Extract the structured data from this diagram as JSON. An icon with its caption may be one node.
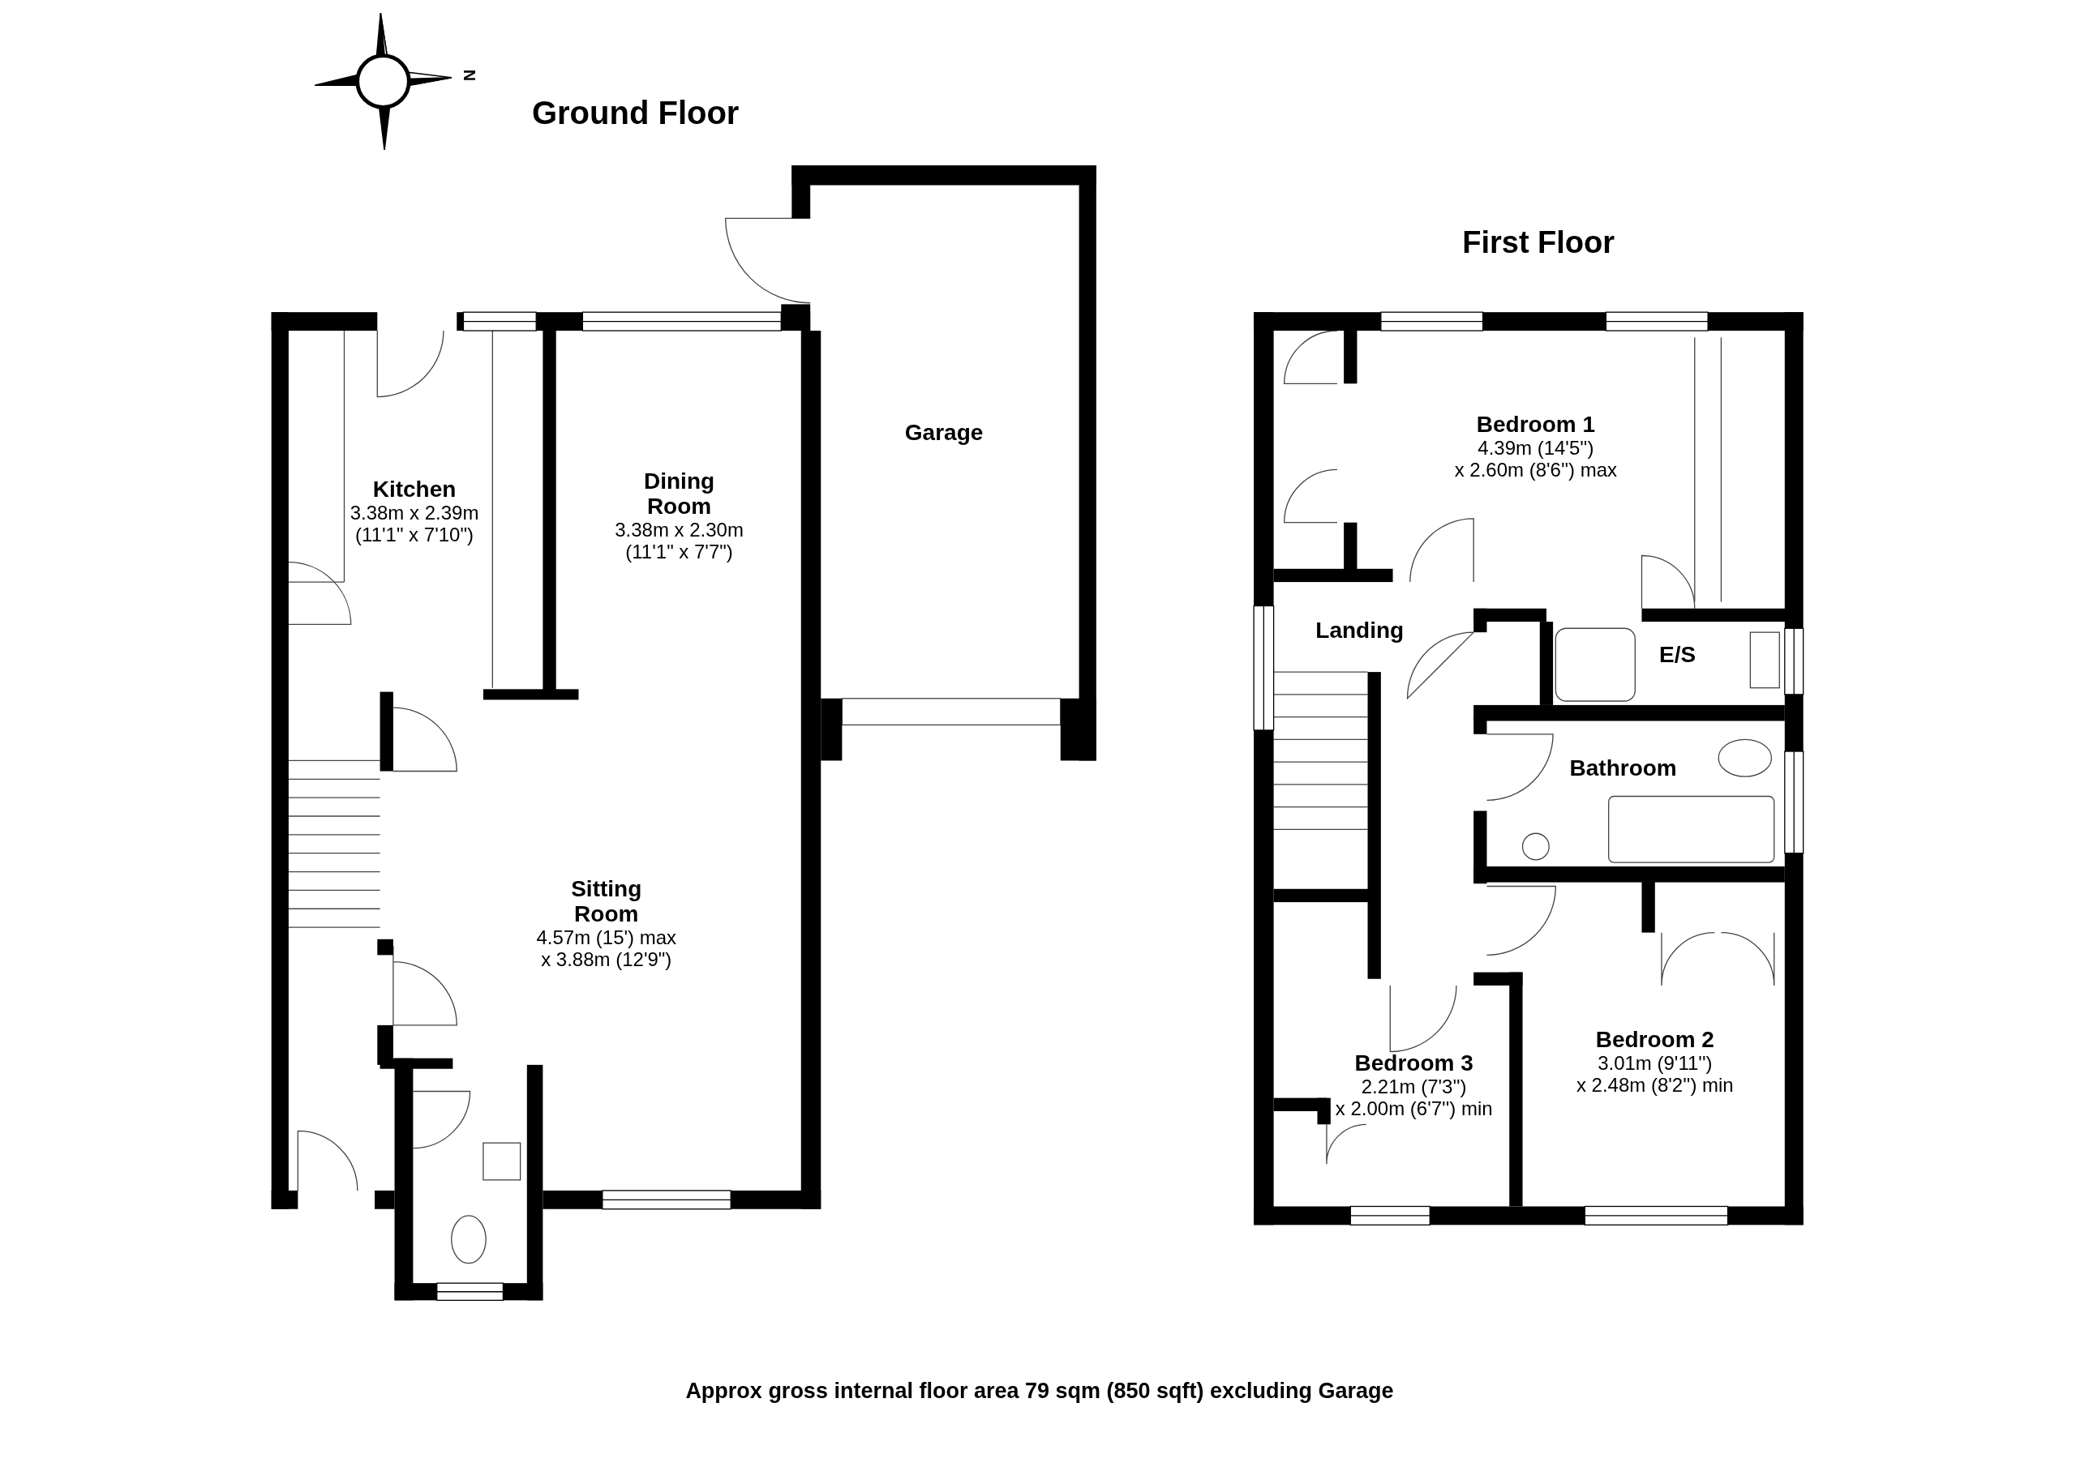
{
  "diagram": {
    "caption": "Approx gross internal floor area 79 sqm (850 sqft) excluding Garage",
    "nodes": [
      {
        "text": [
          "Kitchen",
          "3.38m x 2.39m",
          "(11'1\" x 7'10\")"
        ]
      },
      {
        "text": [
          "Dining Room",
          "3.38m x 2.30m",
          "(11'1\" x 7'7\")"
        ]
      },
      {
        "text": [
          "Garage"
        ]
      },
      {
        "text": [
          "Sitting Room",
          "4.57m (15') max",
          "x 3.88m (12'9\")"
        ]
      },
      {
        "text": [
          "Bedroom 1",
          "4.39m (14'5'')",
          "x 2.60m (8'6'') max"
        ]
      },
      {
        "text": [
          "Landing"
        ]
      },
      {
        "text": [
          "E/S"
        ]
      },
      {
        "text": [
          "Bathroom"
        ]
      },
      {
        "text": [
          "Bedroom 3",
          "2.21m (7'3'')",
          "x 2.00m (6'7'') min"
        ]
      },
      {
        "text": [
          "Bedroom 2",
          "3.01m (9'11'')",
          "x 2.48m (8'2'') min"
        ]
      }
    ],
    "labels": [
      "N",
      "Ground Floor",
      "First Floor"
    ]
  }
}
